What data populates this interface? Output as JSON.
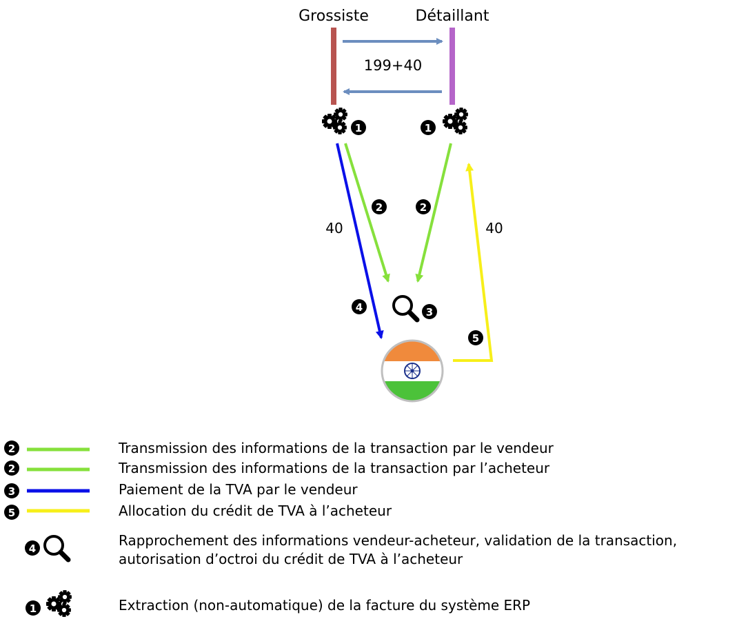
{
  "actors": {
    "wholesaler": "Grossiste",
    "retailer": "Détaillant"
  },
  "transaction": {
    "amount_label": "199+40"
  },
  "flows": {
    "vat_payment": "40",
    "vat_credit": "40"
  },
  "badges": {
    "one": "1",
    "two": "2",
    "three": "3",
    "four": "4",
    "five": "5"
  },
  "colors": {
    "wholesaler_bar": "#b85450",
    "retailer_bar": "#b565c9",
    "transfer_arrow": "#6c8ebf",
    "green": "#86e03c",
    "blue": "#0a10e8",
    "yellow": "#f7ef1a",
    "flag_saffron": "#f08a3c",
    "flag_green": "#4cc23a",
    "chakra": "#1a2f8a"
  },
  "legend": {
    "seller_transmission": "Transmission des informations de la transaction par le vendeur",
    "buyer_transmission": "Transmission des informations de la transaction par l’acheteur",
    "vat_payment": "Paiement de la TVA par le vendeur",
    "vat_credit_allocation": "Allocation du crédit de TVA à l’acheteur",
    "matching_line1": "Rapprochement des informations vendeur-acheteur, validation de la transaction,",
    "matching_line2": "autorisation d’octroi du crédit de TVA à l’acheteur",
    "extraction": "Extraction (non-automatique) de la facture du système ERP"
  },
  "icons": {
    "gears": "gears-icon",
    "magnifier": "magnifier-icon",
    "flag": "india-flag-icon"
  }
}
